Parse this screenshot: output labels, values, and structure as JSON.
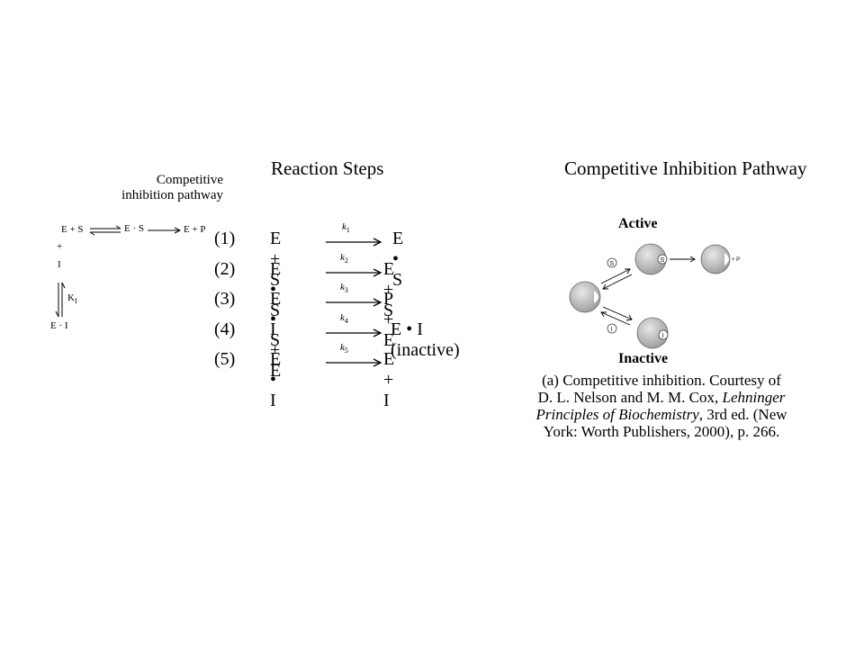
{
  "left_scheme": {
    "title_line1": "Competitive",
    "title_line2": "inhibition pathway",
    "es_lhs": "E + S",
    "es_mid": "E · S",
    "es_rhs": "E + P",
    "plus": "+",
    "inhibitor": "I",
    "ki": "K",
    "ki_sub": "I",
    "ei": "E · I"
  },
  "reaction_steps": {
    "title": "Reaction Steps",
    "rows": [
      {
        "num": "(1)",
        "lhs": "E + S",
        "k": "k",
        "k_sub": "1",
        "rhs": "E • S"
      },
      {
        "num": "(2)",
        "lhs": "E • S",
        "k": "k",
        "k_sub": "2",
        "rhs": "E + S"
      },
      {
        "num": "(3)",
        "lhs": "E • S",
        "k": "k",
        "k_sub": "3",
        "rhs": "P + E"
      },
      {
        "num": "(4)",
        "lhs": "I + E",
        "k": "k",
        "k_sub": "4",
        "rhs": "E • I  (inactive)"
      },
      {
        "num": "(5)",
        "lhs": "E • I",
        "k": "k",
        "k_sub": "5",
        "rhs": "E + I"
      }
    ]
  },
  "pathway": {
    "title": "Competitive Inhibition Pathway",
    "active": "Active",
    "inactive": "Inactive",
    "s_label": "S",
    "i_label": "I",
    "p_label": "+ P",
    "caption_line1": "(a) Competitive inhibition. Courtesy of",
    "caption_line2_a": "D. L. Nelson and M. M. Cox, ",
    "caption_line2_b": "Lehninger",
    "caption_line3_a": "Principles of Biochemistry",
    "caption_line3_b": ", 3rd ed. (New",
    "caption_line4": "York: Worth Publishers, 2000), p. 266."
  }
}
